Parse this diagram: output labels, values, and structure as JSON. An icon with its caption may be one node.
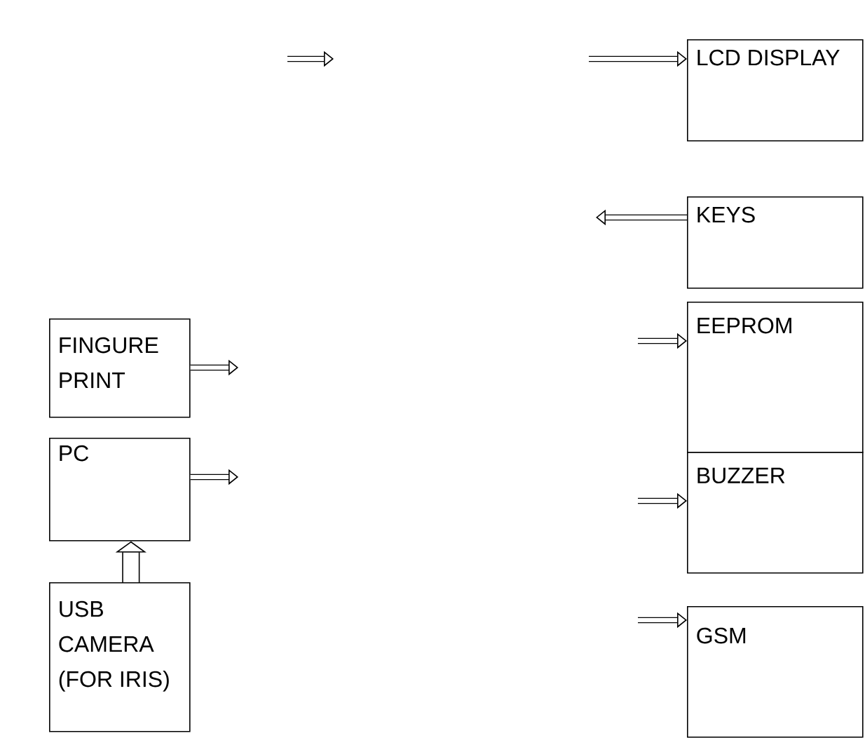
{
  "diagram": {
    "nodes": [
      {
        "text": [
          "FINGURE PRINT"
        ]
      },
      {
        "text": [
          "PC"
        ]
      },
      {
        "text": [
          "USB CAMERA (FOR IRIS)"
        ]
      },
      {
        "text": [
          "LCD DISPLAY"
        ]
      },
      {
        "text": [
          "KEYS"
        ]
      },
      {
        "text": [
          "EEPROM"
        ]
      },
      {
        "text": [
          "BUZZER"
        ]
      },
      {
        "text": [
          "GSM"
        ]
      }
    ],
    "edges": [
      {
        "from": 0,
        "to": null,
        "arrow": "to"
      },
      {
        "from": 1,
        "to": null,
        "arrow": "to"
      },
      {
        "from": 2,
        "to": 1,
        "arrow": "to",
        "style": "thick"
      },
      {
        "from": null,
        "to": 3,
        "arrow": "to"
      },
      {
        "from": 4,
        "to": null,
        "arrow": "to"
      },
      {
        "from": null,
        "to": 5,
        "arrow": "to"
      },
      {
        "from": null,
        "to": 6,
        "arrow": "to"
      },
      {
        "from": null,
        "to": 7,
        "arrow": "to"
      }
    ]
  }
}
